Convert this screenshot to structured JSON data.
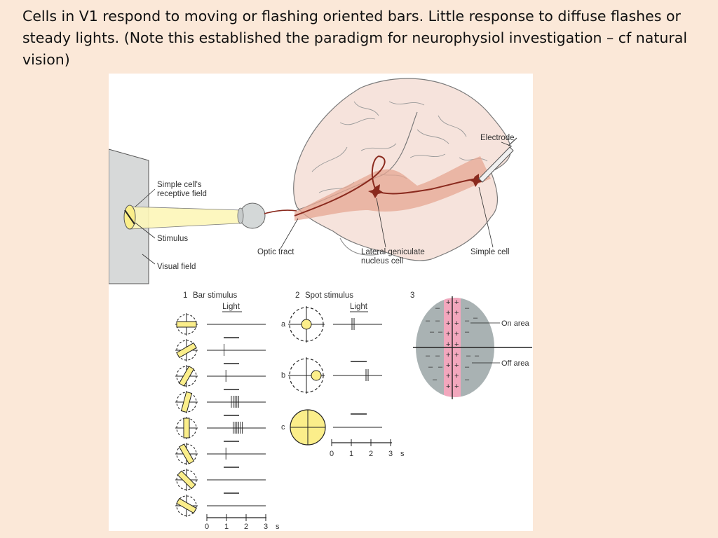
{
  "slide": {
    "text": "Cells in V1 respond to moving or flashing oriented bars. Little response to diffuse flashes or steady lights. (Note this established the paradigm for neurophysiol investigation – cf natural vision)"
  },
  "figure": {
    "labels": {
      "electrode": "Electrode",
      "receptive_field_1": "Simple cell's",
      "receptive_field_2": "receptive field",
      "stimulus": "Stimulus",
      "visual_field": "Visual field",
      "optic_tract": "Optic tract",
      "lgn_1": "Lateral geniculate",
      "lgn_2": "nucleus cell",
      "simple_cell": "Simple cell"
    },
    "panel1": {
      "number": "1",
      "title": "Bar stimulus",
      "light": "Light",
      "ticks": [
        "0",
        "1",
        "2",
        "3"
      ],
      "unit": "s"
    },
    "panel2": {
      "number": "2",
      "title": "Spot stimulus",
      "light": "Light",
      "rows": [
        "a",
        "b",
        "c"
      ],
      "ticks": [
        "0",
        "1",
        "2",
        "3"
      ],
      "unit": "s"
    },
    "panel3": {
      "number": "3",
      "on_area": "On area",
      "off_area": "Off area",
      "plus": "+",
      "minus": "–"
    },
    "colors": {
      "background": "#fbe8d8",
      "stimulus_yellow": "#fbee8a",
      "off_area_gray": "#a9b2b3",
      "on_area_pink": "#f2a7bd",
      "brain_fill": "#f6e3dc",
      "visual_pathway": "#e6a793",
      "neuron": "#8a2a1e"
    }
  }
}
